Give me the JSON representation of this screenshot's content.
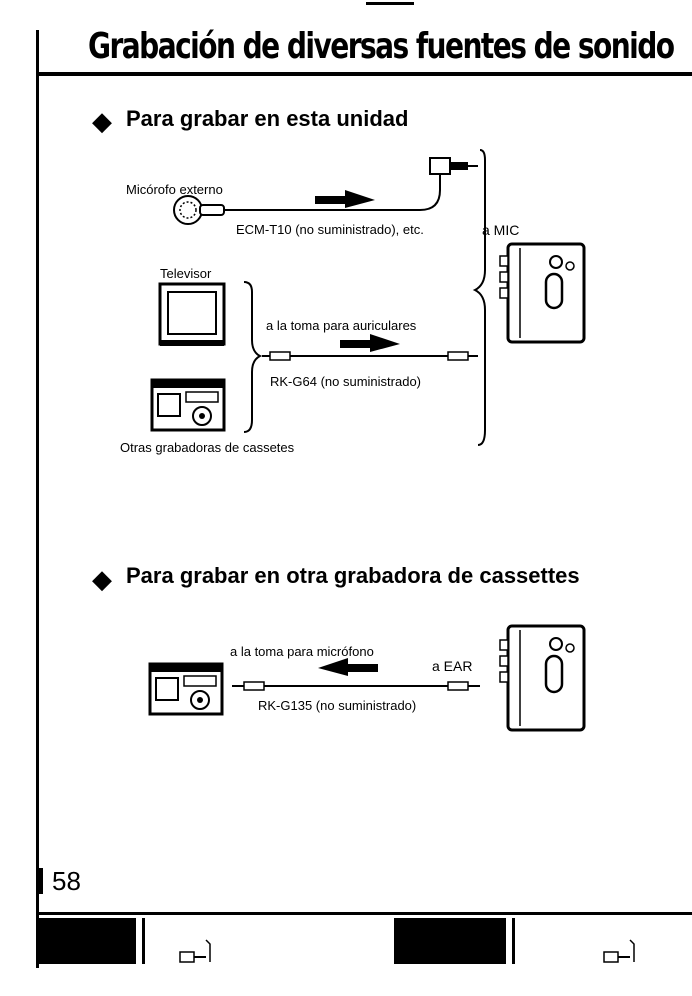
{
  "page": {
    "title": "Grabación de diversas fuentes de sonido",
    "page_number": "58"
  },
  "section1": {
    "heading": "Para grabar en esta unidad",
    "mic_label": "Micórofo externo",
    "mic_model": "ECM-T10 (no suministrado), etc.",
    "tv_label": "Televisor",
    "headphone_jack": "a la toma para auriculares",
    "cable1": "RK-G64 (no suministrado)",
    "other_recorders": "Otras grabadoras de cassetes",
    "mic_input": "a MIC"
  },
  "section2": {
    "heading": "Para grabar en otra grabadora de cassettes",
    "mic_jack": "a la toma para micrófono",
    "ear_output": "a EAR",
    "cable2": "RK-G135 (no suministrado)"
  },
  "icons": [
    "diamond-bullet-icon",
    "microphone-icon",
    "plug-icon",
    "arrow-icon",
    "television-icon",
    "radio-cassette-icon",
    "walkman-icon",
    "cable-icon",
    "brace-icon"
  ]
}
